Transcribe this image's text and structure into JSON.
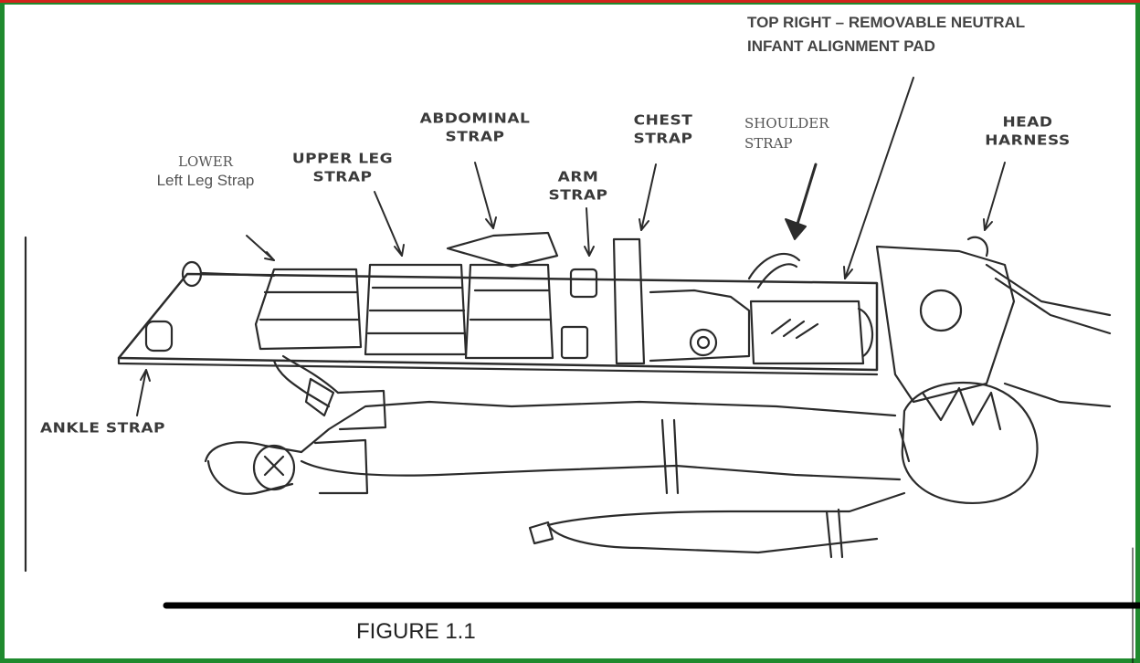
{
  "labels": {
    "top_right": [
      "TOP RIGHT – REMOVABLE NEUTRAL",
      "INFANT ALIGNMENT PAD"
    ],
    "abdominal_strap": [
      "ABDOMINAL",
      "STRAP"
    ],
    "chest_strap": [
      "CHEST",
      "STRAP"
    ],
    "shoulder_strap": [
      "SHOULDER",
      "STRAP"
    ],
    "head_harness": [
      "HEAD",
      "HARNESS"
    ],
    "lower_leg_strap": [
      "LOWER",
      "Left Leg Strap"
    ],
    "upper_leg_strap": [
      "UPPER LEG",
      "STRAP"
    ],
    "arm_strap": [
      "ARM",
      "STRAP"
    ],
    "ankle_strap": "ANKLE STRAP"
  },
  "caption": "FIGURE 1.1",
  "colors": {
    "frame": "#1f8a2e",
    "top_accent": "#d2241c",
    "ink": "#2b2b2b"
  }
}
